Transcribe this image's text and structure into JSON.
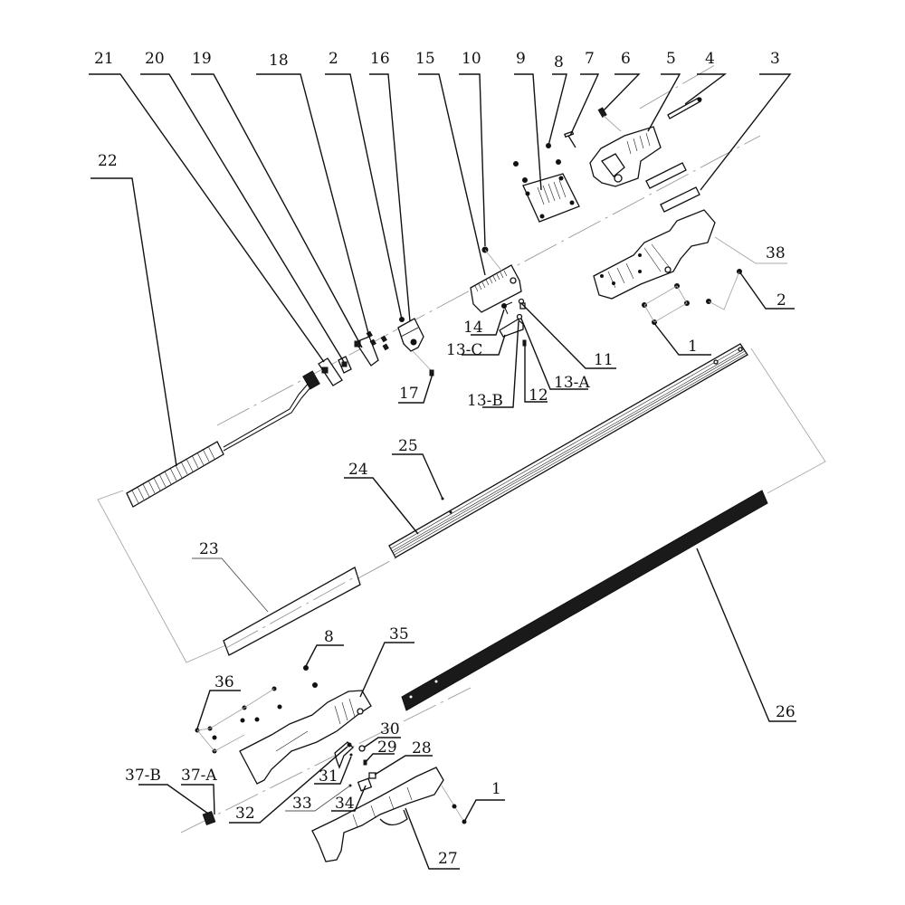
{
  "diagram": {
    "type": "exploded-parts-view",
    "callouts": [
      {
        "id": "c21",
        "label": "21"
      },
      {
        "id": "c20",
        "label": "20"
      },
      {
        "id": "c19",
        "label": "19"
      },
      {
        "id": "c18",
        "label": "18"
      },
      {
        "id": "c2a",
        "label": "2"
      },
      {
        "id": "c16",
        "label": "16"
      },
      {
        "id": "c15",
        "label": "15"
      },
      {
        "id": "c10",
        "label": "10"
      },
      {
        "id": "c9",
        "label": "9"
      },
      {
        "id": "c8a",
        "label": "8"
      },
      {
        "id": "c7",
        "label": "7"
      },
      {
        "id": "c6",
        "label": "6"
      },
      {
        "id": "c5",
        "label": "5"
      },
      {
        "id": "c4",
        "label": "4"
      },
      {
        "id": "c3",
        "label": "3"
      },
      {
        "id": "c22",
        "label": "22"
      },
      {
        "id": "c38",
        "label": "38"
      },
      {
        "id": "c2b",
        "label": "2"
      },
      {
        "id": "c14",
        "label": "14"
      },
      {
        "id": "c13c",
        "label": "13-C"
      },
      {
        "id": "c11",
        "label": "11"
      },
      {
        "id": "c1a",
        "label": "1"
      },
      {
        "id": "c13a",
        "label": "13-A"
      },
      {
        "id": "c12",
        "label": "12"
      },
      {
        "id": "c13b",
        "label": "13-B"
      },
      {
        "id": "c17",
        "label": "17"
      },
      {
        "id": "c25",
        "label": "25"
      },
      {
        "id": "c24",
        "label": "24"
      },
      {
        "id": "c23",
        "label": "23"
      },
      {
        "id": "c8b",
        "label": "8"
      },
      {
        "id": "c35",
        "label": "35"
      },
      {
        "id": "c26",
        "label": "26"
      },
      {
        "id": "c36",
        "label": "36"
      },
      {
        "id": "c30",
        "label": "30"
      },
      {
        "id": "c29",
        "label": "29"
      },
      {
        "id": "c28",
        "label": "28"
      },
      {
        "id": "c31",
        "label": "31"
      },
      {
        "id": "c37b",
        "label": "37-B"
      },
      {
        "id": "c37a",
        "label": "37-A"
      },
      {
        "id": "c1b",
        "label": "1"
      },
      {
        "id": "c32",
        "label": "32"
      },
      {
        "id": "c33",
        "label": "33"
      },
      {
        "id": "c34",
        "label": "34"
      },
      {
        "id": "c27",
        "label": "27"
      }
    ]
  }
}
